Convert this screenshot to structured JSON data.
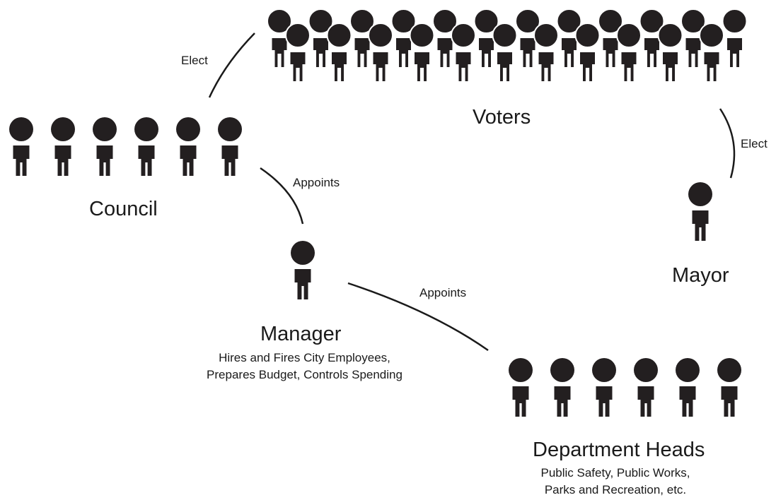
{
  "voters": {
    "label": "Voters"
  },
  "council": {
    "label": "Council"
  },
  "mayor": {
    "label": "Mayor"
  },
  "manager": {
    "label": "Manager",
    "description_line1": "Hires and Fires City Employees,",
    "description_line2": "Prepares Budget, Controls Spending"
  },
  "department_heads": {
    "label": "Department Heads",
    "description_line1": "Public Safety, Public Works,",
    "description_line2": "Parks and Recreation, etc."
  },
  "relations": {
    "voters_council": "Elect",
    "voters_mayor": "Elect",
    "council_manager": "Appoints",
    "manager_departments": "Appoints"
  },
  "colors": {
    "figure": "#231f20",
    "text": "#1a1a1a",
    "background": "#ffffff"
  },
  "icons": {
    "person": "person-icon"
  }
}
